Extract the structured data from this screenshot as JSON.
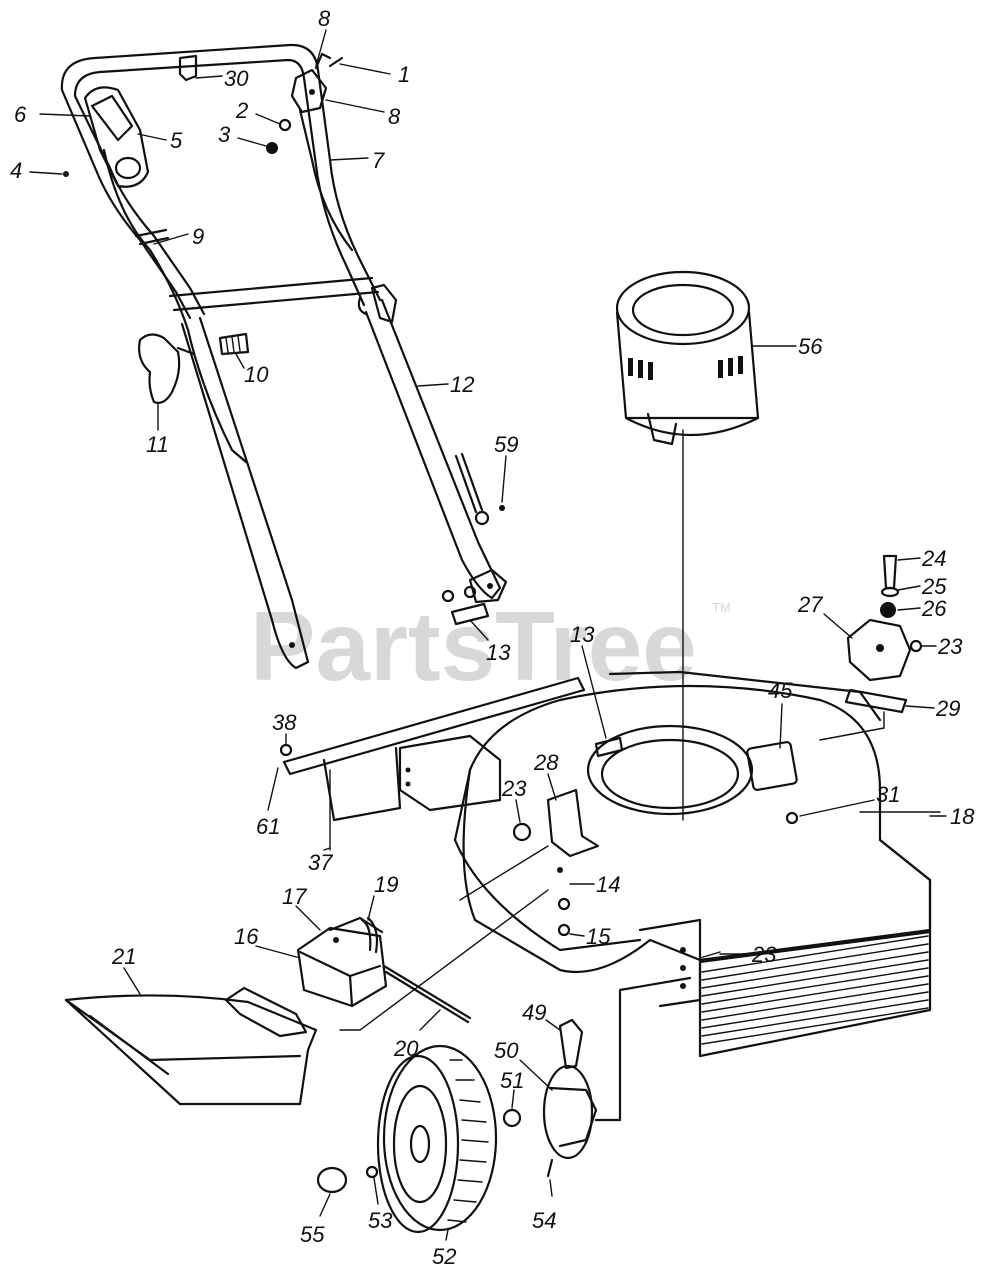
{
  "diagram": {
    "watermark": "PartsTree",
    "trademark": "TM",
    "labels": [
      "8",
      "1",
      "8",
      "30",
      "6",
      "5",
      "2",
      "3",
      "4",
      "7",
      "9",
      "10",
      "11",
      "12",
      "59",
      "56",
      "13",
      "13",
      "24",
      "25",
      "26",
      "27",
      "23",
      "29",
      "45",
      "31",
      "18",
      "38",
      "61",
      "37",
      "28",
      "23",
      "14",
      "15",
      "17",
      "19",
      "16",
      "21",
      "20",
      "23",
      "49",
      "50",
      "51",
      "54",
      "52",
      "53",
      "55"
    ]
  }
}
